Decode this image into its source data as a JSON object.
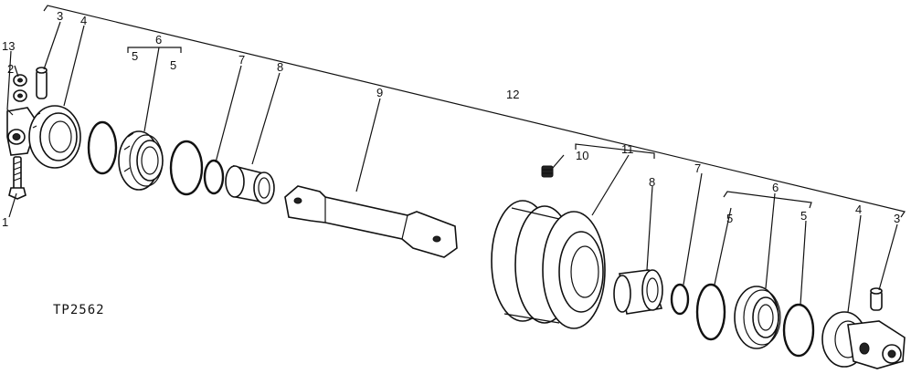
{
  "figure_id": "TP2562",
  "callouts": {
    "c1": "1",
    "c2": "2",
    "c3_left": "3",
    "c4_left": "4",
    "c5_left_a": "5",
    "c5_left_b": "5",
    "c6_left": "6",
    "c7_left": "7",
    "c8_left": "8",
    "c9": "9",
    "c10": "10",
    "c11": "11",
    "c12": "12",
    "c13": "13",
    "c8_right": "8",
    "c7_right": "7",
    "c5_right_a": "5",
    "c6_right": "6",
    "c5_right_b": "5",
    "c4_right": "4",
    "c3_right": "3"
  }
}
